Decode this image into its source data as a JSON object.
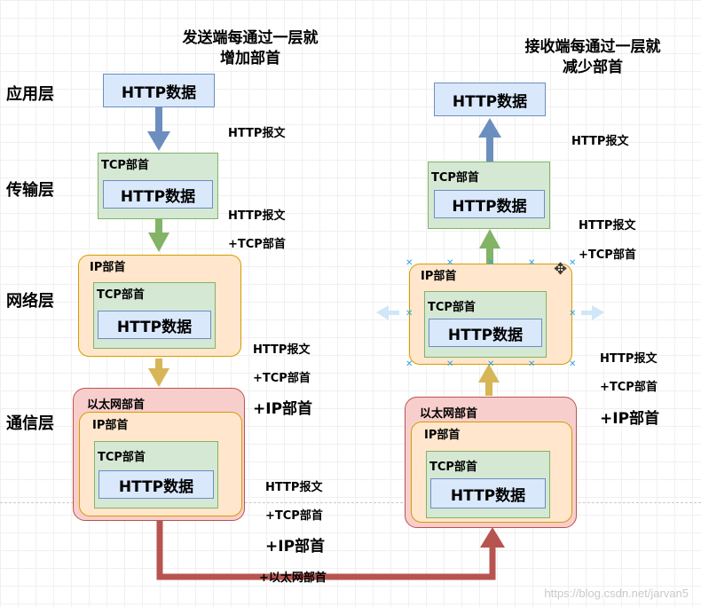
{
  "sender_heading": [
    "发送端每通过一层就",
    "增加部首"
  ],
  "receiver_heading": [
    "接收端每通过一层就",
    "减少部首"
  ],
  "layers": {
    "application": "应用层",
    "transport": "传输层",
    "network": "网络层",
    "link": "通信层"
  },
  "blocks": {
    "http_data": "HTTP数据",
    "tcp_header": "TCP部首",
    "ip_header": "IP部首",
    "ethernet_header": "以太网部首"
  },
  "annotations": {
    "http_message": "HTTP报文",
    "plus_tcp_header": "+TCP部首",
    "plus_ip_header": "+IP部首",
    "plus_ethernet_header": "+以太网部首"
  },
  "colors": {
    "http_fill": "#dae8fc",
    "tcp_fill": "#d5e8d4",
    "ip_fill": "#ffe6cc",
    "ethernet_fill": "#f8cecc",
    "arrow_blue": "#6c8ebf",
    "arrow_green": "#82b366",
    "arrow_yellow": "#d6b656",
    "arrow_red": "#b85450"
  },
  "watermark": "https://blog.csdn.net/jarvan5"
}
